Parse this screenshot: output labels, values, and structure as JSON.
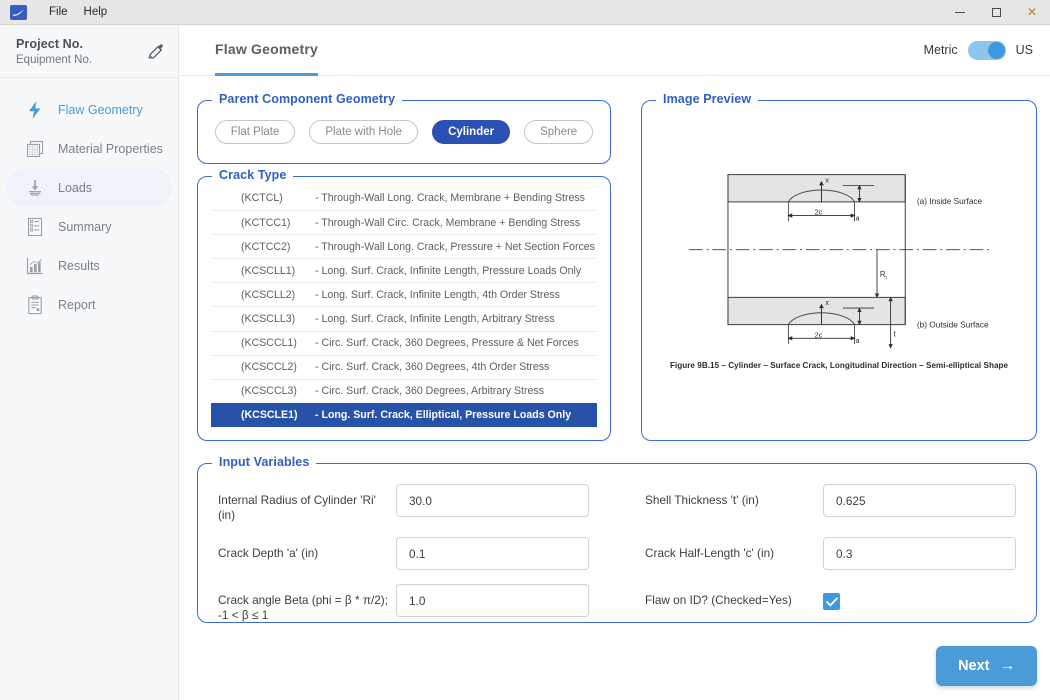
{
  "titlebar": {
    "app_icon": "app-logo-icon",
    "menus": [
      "File",
      "Help"
    ],
    "minimize": "–",
    "maximize": "□",
    "close": "✕"
  },
  "sidebar": {
    "project_no": "Project No.",
    "equipment_no": "Equipment No.",
    "edit_icon": "pencil-icon",
    "items": [
      {
        "label": "Flaw Geometry",
        "icon": "lightning-bolt-icon",
        "state": "active"
      },
      {
        "label": "Material Properties",
        "icon": "material-sheets-icon",
        "state": "normal"
      },
      {
        "label": "Loads",
        "icon": "load-arrow-icon",
        "state": "hovered"
      },
      {
        "label": "Summary",
        "icon": "summary-list-icon",
        "state": "normal"
      },
      {
        "label": "Results",
        "icon": "results-chart-icon",
        "state": "normal"
      },
      {
        "label": "Report",
        "icon": "report-clipboard-icon",
        "state": "normal"
      }
    ]
  },
  "header": {
    "tab_label": "Flaw Geometry",
    "unit_left": "Metric",
    "unit_right": "US",
    "unit_selected": "US"
  },
  "parent_component": {
    "legend": "Parent Component Geometry",
    "options": [
      "Flat Plate",
      "Plate with Hole",
      "Cylinder",
      "Sphere"
    ],
    "selected": "Cylinder"
  },
  "crack_type": {
    "legend": "Crack Type",
    "selected_code": "(KCSCLE1)",
    "rows": [
      {
        "code": "(KCTCL)",
        "desc": "- Through-Wall Long. Crack, Membrane + Bending Stress"
      },
      {
        "code": "(KCTCC1)",
        "desc": "- Through-Wall Circ. Crack, Membrane + Bending Stress"
      },
      {
        "code": "(KCTCC2)",
        "desc": "- Through-Wall Long. Crack, Pressure + Net Section Forces"
      },
      {
        "code": "(KCSCLL1)",
        "desc": "- Long. Surf. Crack, Infinite Length, Pressure Loads Only"
      },
      {
        "code": "(KCSCLL2)",
        "desc": "- Long. Surf. Crack, Infinite Length, 4th Order Stress"
      },
      {
        "code": "(KCSCLL3)",
        "desc": "- Long. Surf. Crack, Infinite Length, Arbitrary Stress"
      },
      {
        "code": "(KCSCCL1)",
        "desc": "- Circ. Surf. Crack, 360 Degrees, Pressure & Net Forces"
      },
      {
        "code": "(KCSCCL2)",
        "desc": "- Circ. Surf. Crack, 360 Degrees, 4th Order Stress"
      },
      {
        "code": "(KCSCCL3)",
        "desc": "- Circ. Surf. Crack, 360 Degrees, Arbitrary Stress"
      },
      {
        "code": "(KCSCLE1)",
        "desc": "- Long. Surf. Crack, Elliptical, Pressure Loads Only"
      }
    ]
  },
  "image_preview": {
    "legend": "Image Preview",
    "caption": "Figure 9B.15 – Cylinder – Surface Crack, Longitudinal Direction – Semi-elliptical Shape",
    "labels": {
      "inside_surface": "(a) Inside Surface",
      "outside_surface": "(b) Outside Surface",
      "x_top": "x",
      "x_bottom": "x",
      "two_c_top": "2c",
      "two_c_bottom": "2c",
      "a_top": "a",
      "a_bottom": "a",
      "radius": "R",
      "radius_sub": "i",
      "thickness": "t"
    }
  },
  "input_variables": {
    "legend": "Input Variables",
    "fields": [
      {
        "label": "Internal Radius of Cylinder 'Ri' (in)",
        "value": "30.0",
        "type": "text"
      },
      {
        "label": "Shell Thickness 't' (in)",
        "value": "0.625",
        "type": "text"
      },
      {
        "label": "Crack Depth 'a' (in)",
        "value": "0.1",
        "type": "text"
      },
      {
        "label": "Crack Half-Length 'c' (in)",
        "value": "0.3",
        "type": "text"
      },
      {
        "label": "Crack angle Beta (phi = β * π/2); -1 < β ≤ 1",
        "value": "1.0",
        "type": "text"
      },
      {
        "label": "Flaw on ID? (Checked=Yes)",
        "value": "checked",
        "type": "checkbox"
      }
    ]
  },
  "footer": {
    "next_label": "Next",
    "next_arrow": "→"
  },
  "colors": {
    "accent_blue": "#4a9bd8",
    "panel_border": "#3f6cd0",
    "legend_text": "#2f5fc4",
    "selected_pill": "#2c50b4",
    "selected_row": "#2851a8",
    "titlebar_bg": "#e6e6e6",
    "sidebar_bg": "#f7f8fa"
  }
}
